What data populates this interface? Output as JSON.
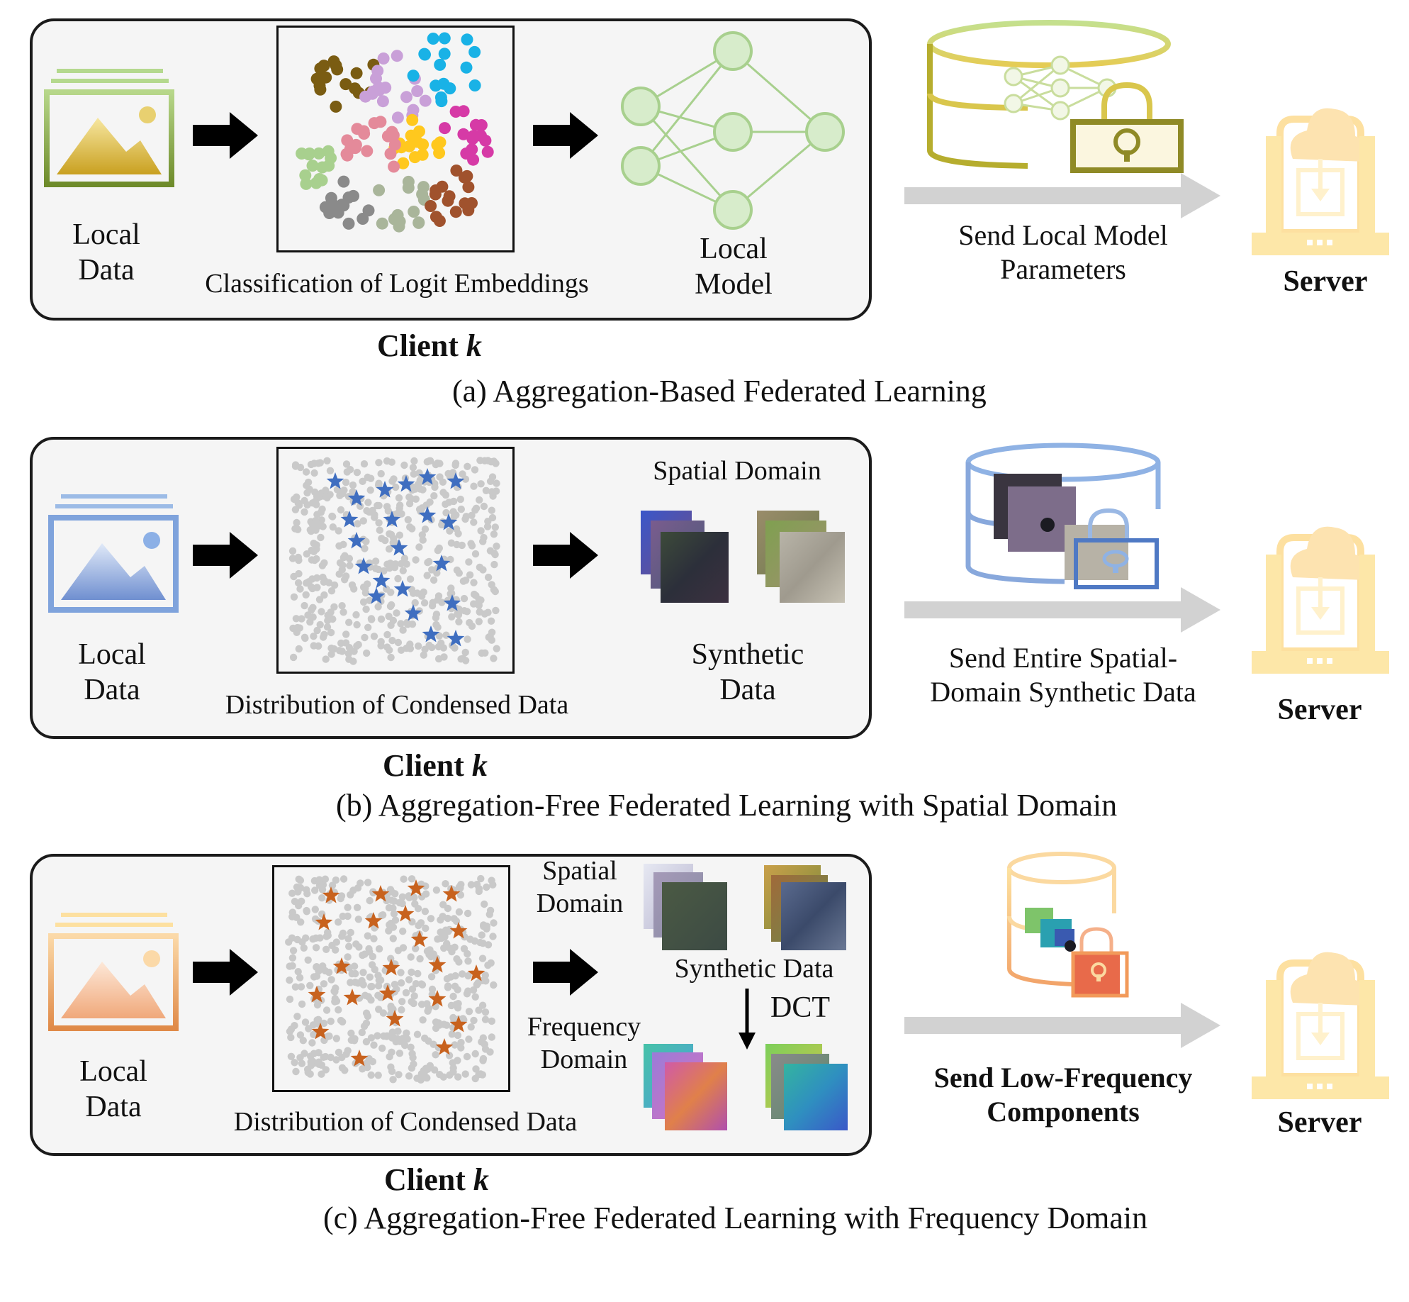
{
  "panel_a": {
    "local_data": [
      "Local",
      "Data"
    ],
    "embed_caption": "Classification of Logit Embeddings",
    "local_model": [
      "Local",
      "Model"
    ],
    "send_label": [
      "Send Local Model",
      "Parameters"
    ],
    "server": "Server",
    "client": "Client",
    "client_var": "k",
    "caption": "(a) Aggregation-Based Federated Learning",
    "colors": {
      "image": "#d9b84a",
      "frame": "#9fc46a",
      "network": "#9cca86"
    }
  },
  "panel_b": {
    "local_data": [
      "Local",
      "Data"
    ],
    "dist_caption": "Distribution of Condensed Data",
    "spatial_domain": "Spatial Domain",
    "synthetic": [
      "Synthetic",
      "Data"
    ],
    "send_label": [
      "Send Entire Spatial-",
      "Domain Synthetic Data"
    ],
    "server": "Server",
    "client": "Client",
    "client_var": "k",
    "caption": "(b) Aggregation-Free Federated Learning with Spatial Domain",
    "colors": {
      "image": "#7f9fd6",
      "star": "#3f6ec0"
    }
  },
  "panel_c": {
    "local_data": [
      "Local",
      "Data"
    ],
    "dist_caption": "Distribution of Condensed Data",
    "spatial_domain": [
      "Spatial",
      "Domain"
    ],
    "synthetic": "Synthetic Data",
    "dct": "DCT",
    "frequency_domain": [
      "Frequency",
      "Domain"
    ],
    "send_label": [
      "Send Low-Frequency",
      "Components"
    ],
    "server": "Server",
    "client": "Client",
    "client_var": "k",
    "caption": "(c) Aggregation-Free Federated Learning with Frequency Domain",
    "colors": {
      "image": "#f2b98c",
      "star": "#c8621e"
    }
  }
}
